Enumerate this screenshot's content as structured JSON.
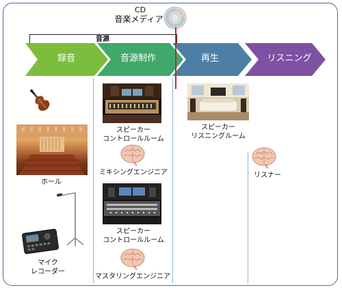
{
  "title": {
    "cd": "CD",
    "media": "音楽メディア"
  },
  "source_bracket": "音源",
  "stages": [
    {
      "label": "録音",
      "color": "#7cbd3e"
    },
    {
      "label": "音源制作",
      "color": "#3fa86a"
    },
    {
      "label": "再生",
      "color": "#4d7fa6"
    },
    {
      "label": "リスニング",
      "color": "#7d52a3"
    }
  ],
  "items": {
    "hall": "ホール",
    "mic": "マイク",
    "recorder": "レコーダー",
    "speaker": "スピーカー",
    "control_room": "コントロールルーム",
    "mixing_engineer": "ミキシングエンジニア",
    "speaker_2": "スピーカー",
    "control_room_2": "コントロールルーム",
    "mastering_engineer": "マスタリングエンジニア",
    "speaker_3": "スピーカー",
    "listening_room": "リスニングルーム",
    "listener": "リスナー"
  },
  "colors": {
    "frame": "#4a6a93",
    "divider": "#8fb4d8",
    "cd_marker": "#b0303a"
  }
}
